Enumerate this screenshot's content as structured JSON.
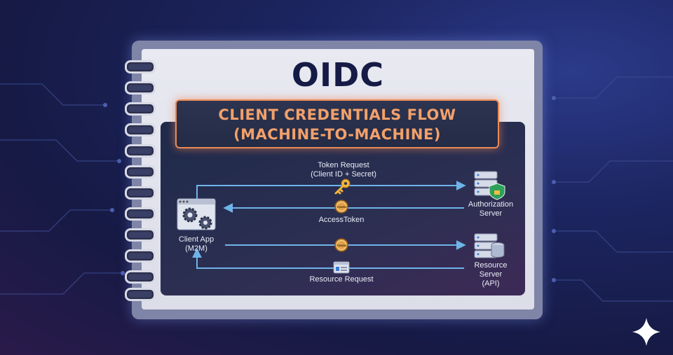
{
  "title": "OIDC",
  "banner": {
    "line1": "CLIENT CREDENTIALS FLOW",
    "line2": "(MACHINE-TO-MACHINE)"
  },
  "nodes": {
    "client": {
      "line1": "Client App",
      "line2": "(M2M)",
      "icon": "gear-window-icon"
    },
    "auth_server": {
      "line1": "Authorization",
      "line2": "Server",
      "icon": "server-shield-icon"
    },
    "resource_server": {
      "line1": "Resource",
      "line2": "Server",
      "line3": "(API)",
      "icon": "server-database-icon"
    }
  },
  "flows": {
    "token_request": {
      "line1": "Token Request",
      "line2": "(Client ID + Secret)",
      "icon": "key-icon"
    },
    "access_token": {
      "label": "AccessToken",
      "icon": "token-coin-icon"
    },
    "api_call": {
      "icon": "token-coin-icon"
    },
    "resource_request": {
      "label": "Resource Request",
      "icon": "browser-window-icon"
    }
  },
  "token_badge": "TOKEN",
  "colors": {
    "arrow": "#6fb4e8",
    "banner_border": "#e98a58",
    "banner_text": "#f3a06a",
    "title": "#151b45",
    "coin": "#e2a24a"
  }
}
